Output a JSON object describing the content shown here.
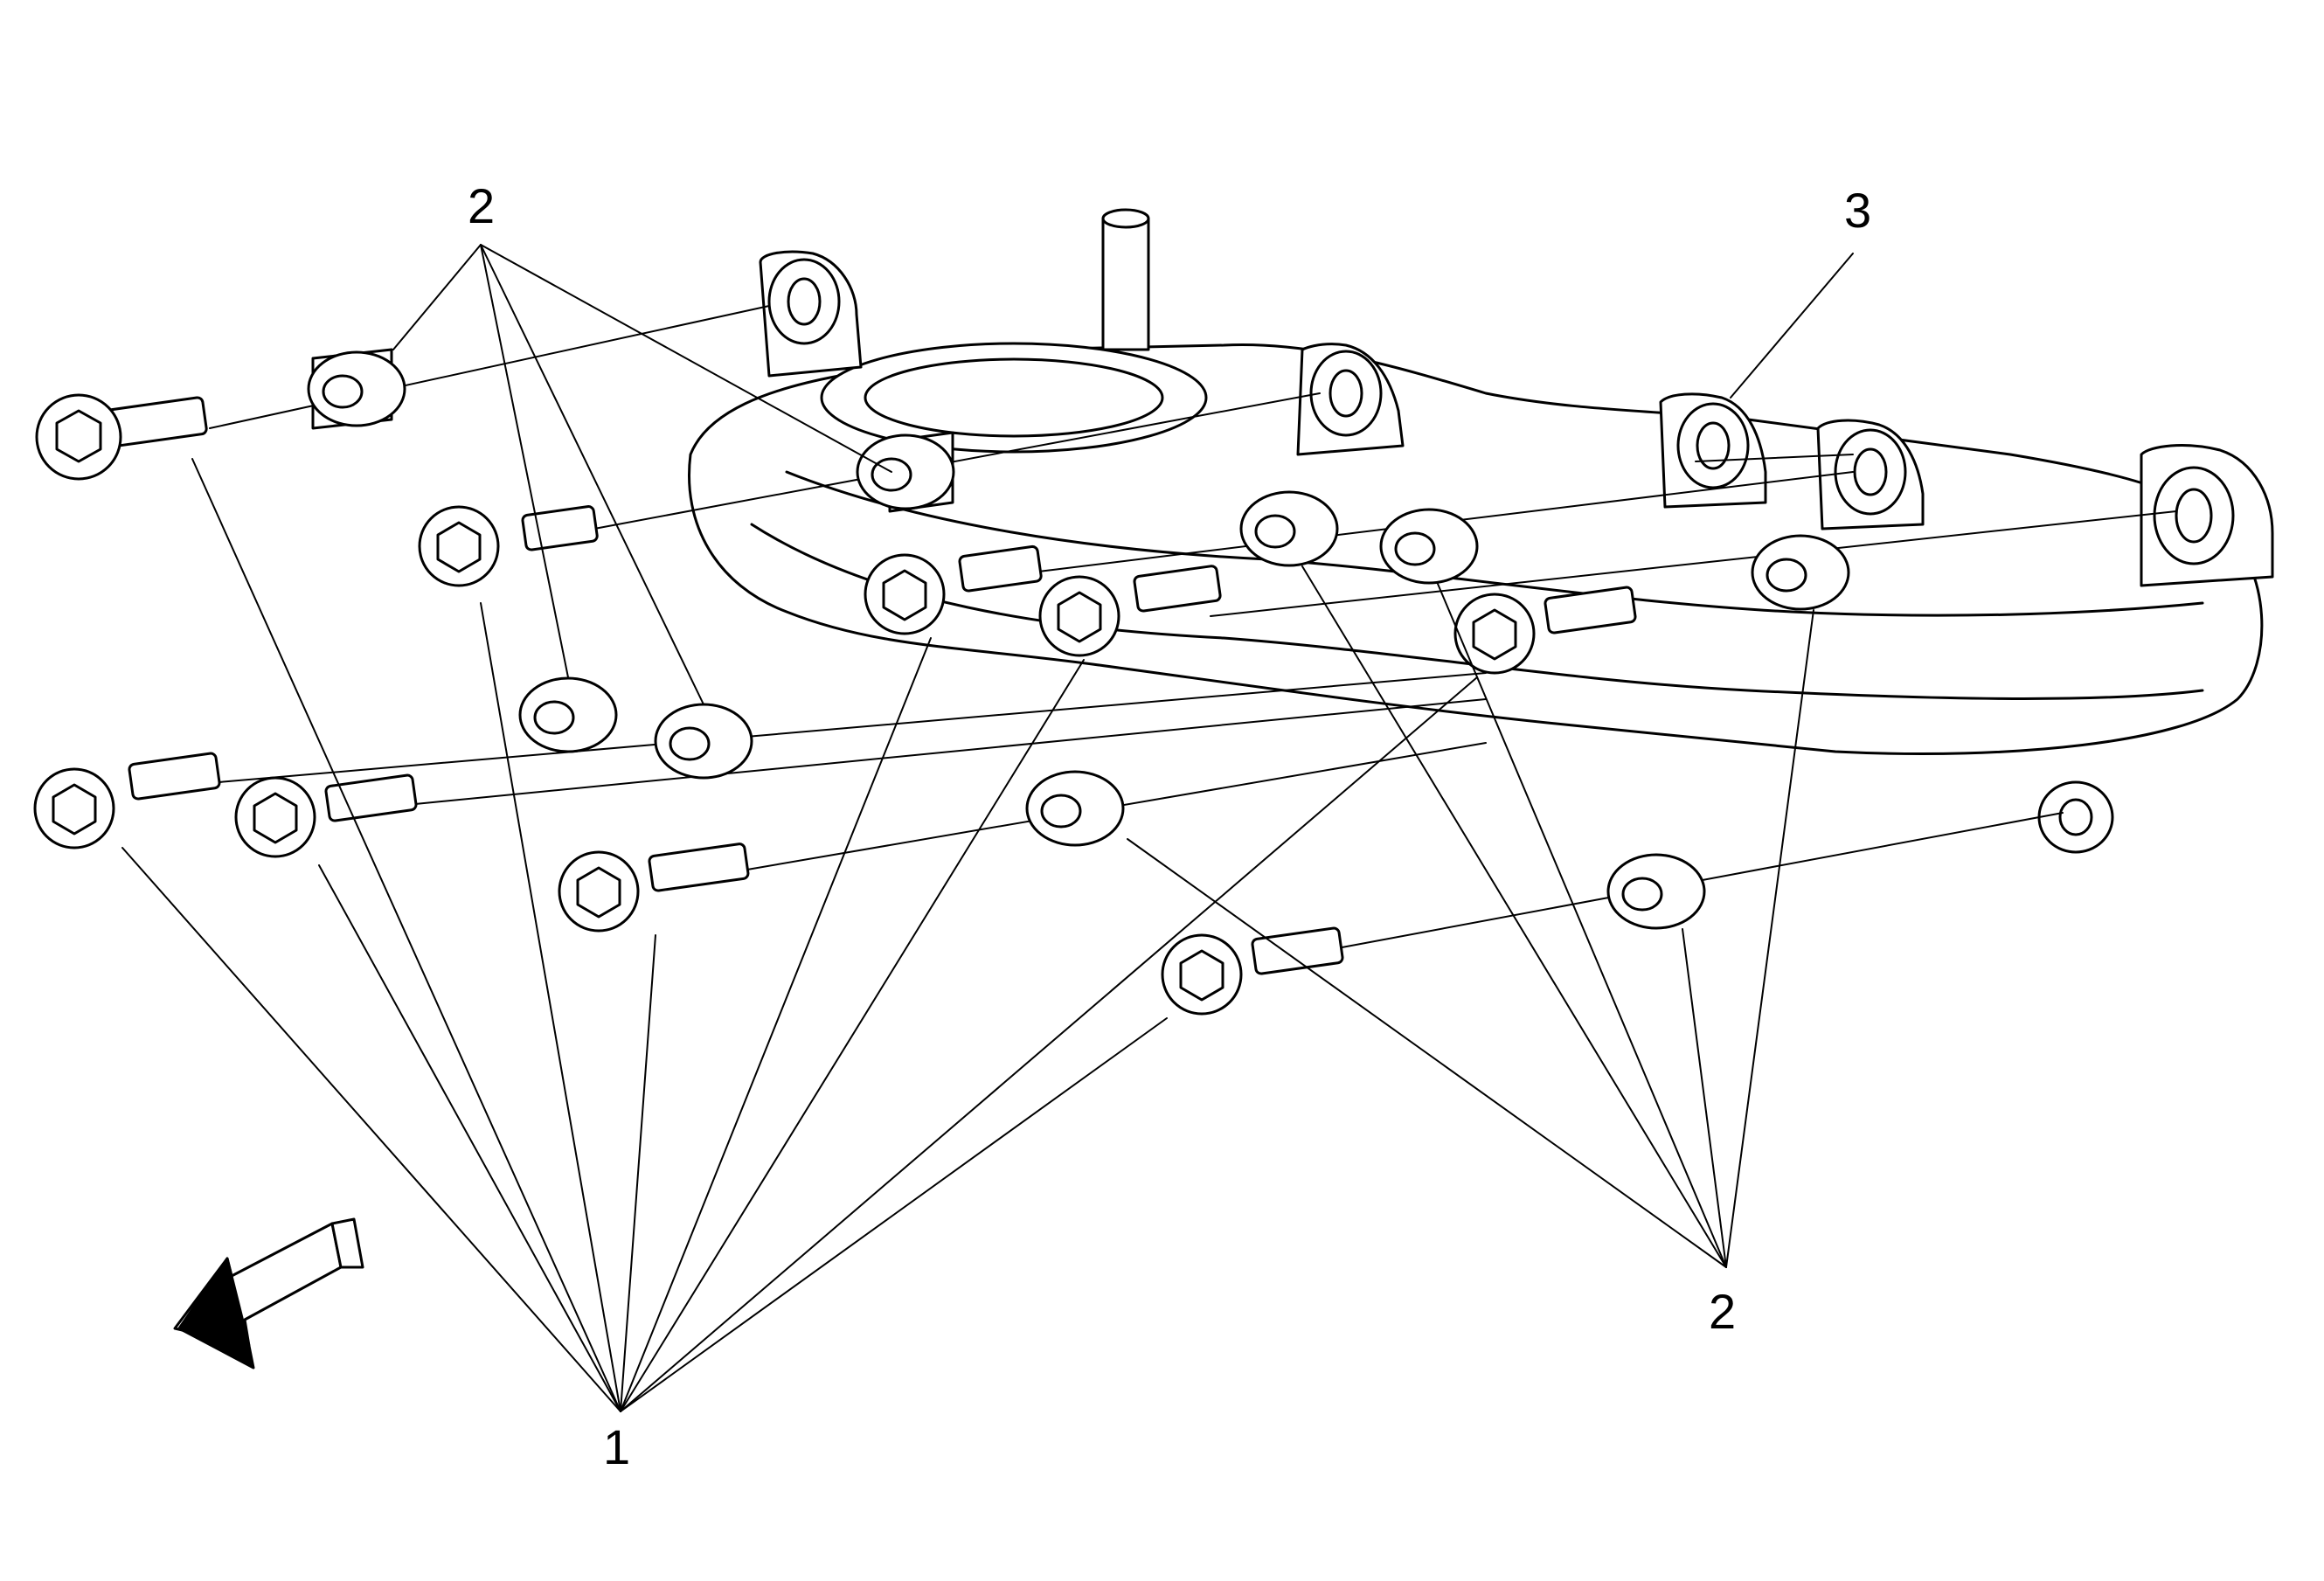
{
  "callouts": {
    "bolts_label": "1",
    "spacers_top_label": "2",
    "spacers_bottom_label": "2",
    "manifold_label": "3"
  },
  "icons": {
    "direction_arrow": "front-direction-arrow-icon"
  },
  "colors": {
    "line": "#000000",
    "background": "#ffffff"
  }
}
